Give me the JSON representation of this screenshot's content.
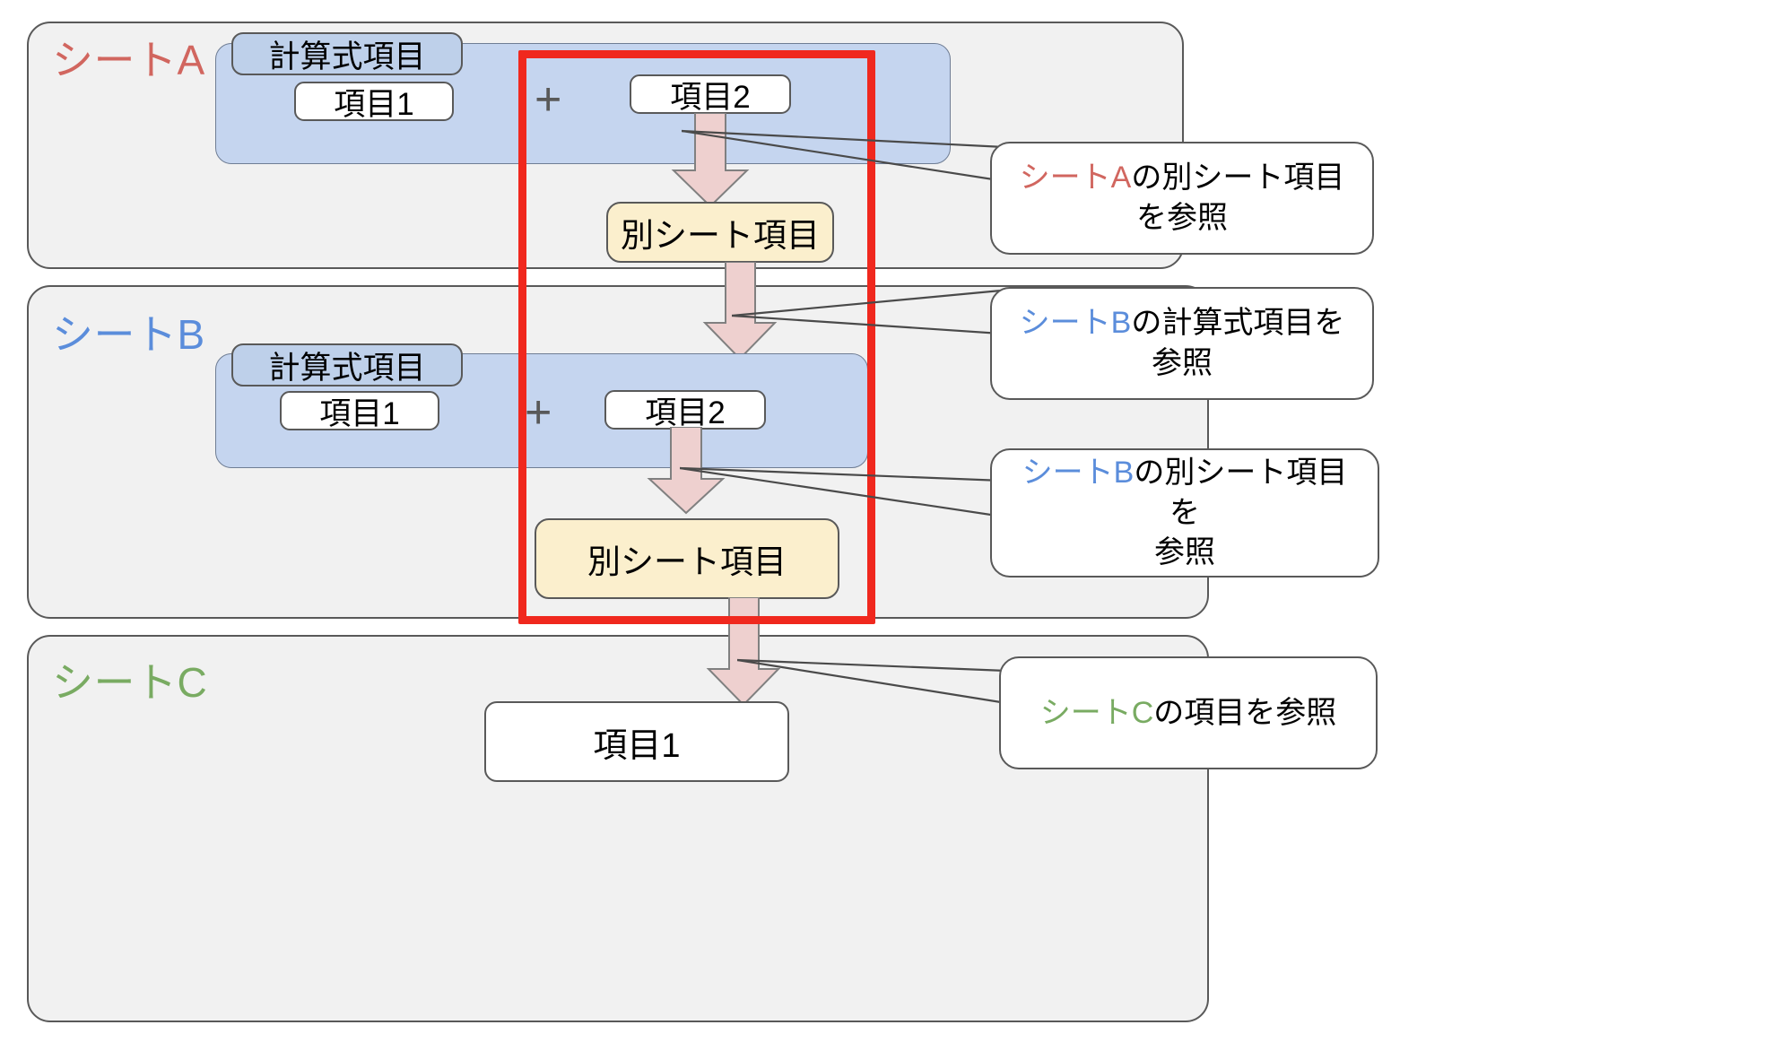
{
  "diagram": {
    "title": "Sheet cross-reference diagram",
    "colors": {
      "sheet_a": "#d1665f",
      "sheet_b": "#5b8ddb",
      "sheet_c": "#79ab62",
      "highlight": "#f0281e",
      "formula_blue": "#c5d5ef",
      "other_sheet_yellow": "#fbefcd",
      "arrow_pink": "#eed0cf",
      "panel_gray": "#f1f1f1"
    }
  },
  "sheets": [
    {
      "id": "sheet-a",
      "label": "シートA",
      "formula_header": "計算式項目",
      "item1": "項目1",
      "operator": "+",
      "item2": "項目2",
      "other_sheet_item": "別シート項目"
    },
    {
      "id": "sheet-b",
      "label": "シートB",
      "formula_header": "計算式項目",
      "item1": "項目1",
      "operator": "+",
      "item2": "項目2",
      "other_sheet_item": "別シート項目"
    },
    {
      "id": "sheet-c",
      "label": "シートC",
      "item1": "項目1"
    }
  ],
  "callouts": [
    {
      "id": "callout-a-other-sheet",
      "highlight": "シートA",
      "rest": "の別シート項目",
      "line2": "を参照",
      "full_text": "シートAの別シート項目を参照",
      "color": "#d1665f"
    },
    {
      "id": "callout-b-formula",
      "highlight": "シートB",
      "rest": "の計算式項目を",
      "line2": "参照",
      "full_text": "シートBの計算式項目を参照",
      "color": "#5b8ddb"
    },
    {
      "id": "callout-b-other-sheet",
      "highlight": "シートB",
      "rest": "の別シート項目を",
      "line2": "参照",
      "full_text": "シートBの別シート項目を参照",
      "color": "#5b8ddb"
    },
    {
      "id": "callout-c-item",
      "highlight": "シートC",
      "rest": "の項目を参照",
      "line2": "",
      "full_text": "シートCの項目を参照",
      "color": "#79ab62"
    }
  ]
}
